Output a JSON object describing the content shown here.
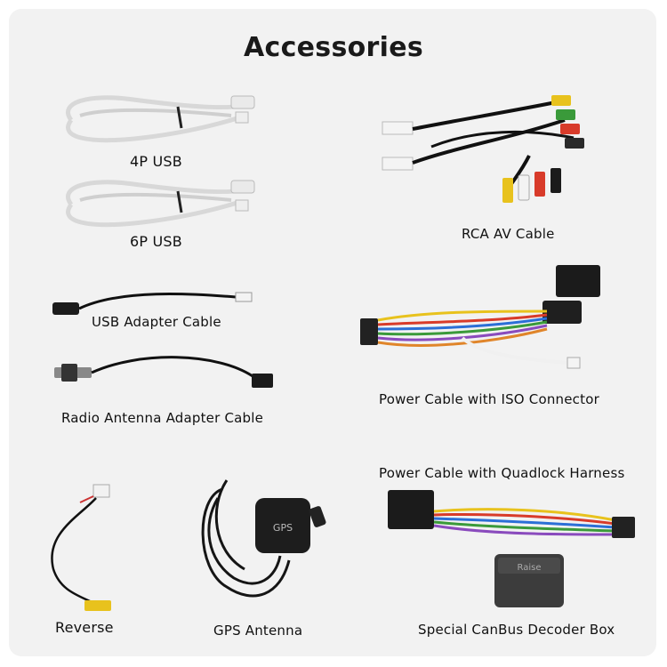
{
  "title": "Accessories",
  "items": [
    {
      "label": "4P USB"
    },
    {
      "label": "6P USB"
    },
    {
      "label": "USB Adapter Cable"
    },
    {
      "label": "Radio Antenna Adapter Cable"
    },
    {
      "label": "Reverse"
    },
    {
      "label": "GPS Antenna"
    },
    {
      "label": "RCA AV Cable"
    },
    {
      "label": "Power Cable with ISO Connector"
    },
    {
      "label": "Power Cable with Quadlock Harness"
    },
    {
      "label": "Special CanBus Decoder Box"
    }
  ],
  "gps_module_text": "GPS",
  "decoder_box_text": "Raise"
}
